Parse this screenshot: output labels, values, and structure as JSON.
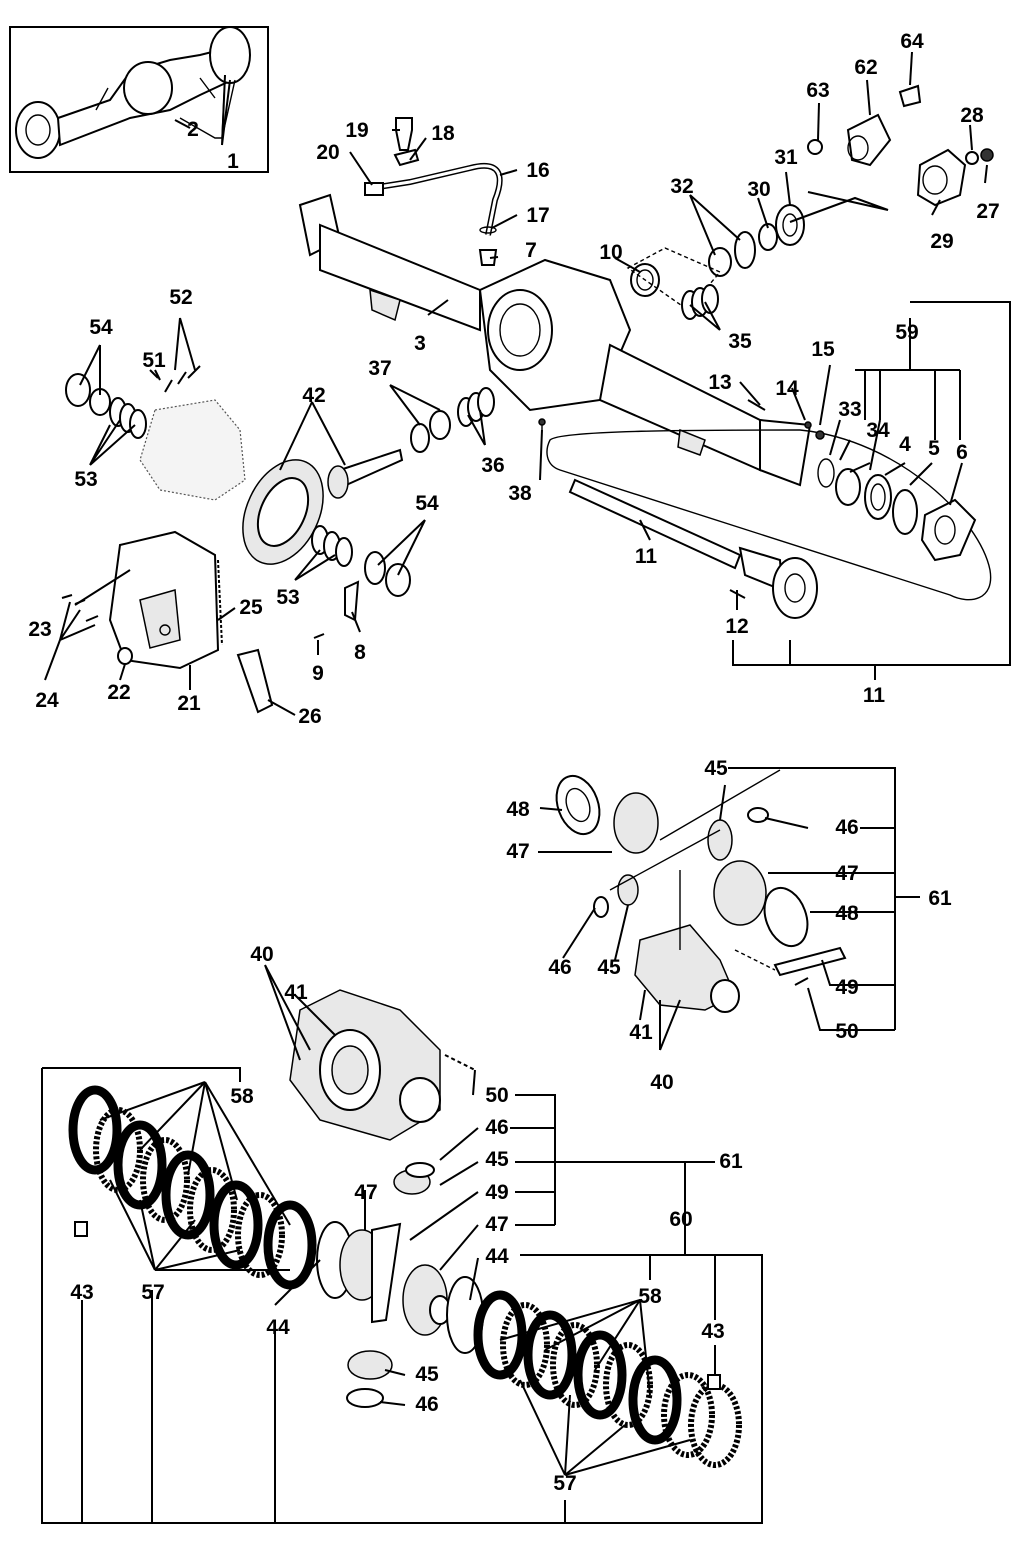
{
  "callouts": [
    {
      "n": "1"
    },
    {
      "n": "2"
    },
    {
      "n": "3"
    },
    {
      "n": "4"
    },
    {
      "n": "5"
    },
    {
      "n": "6"
    },
    {
      "n": "7"
    },
    {
      "n": "8"
    },
    {
      "n": "9"
    },
    {
      "n": "10"
    },
    {
      "n": "11"
    },
    {
      "n": "11"
    },
    {
      "n": "12"
    },
    {
      "n": "13"
    },
    {
      "n": "14"
    },
    {
      "n": "15"
    },
    {
      "n": "16"
    },
    {
      "n": "17"
    },
    {
      "n": "18"
    },
    {
      "n": "19"
    },
    {
      "n": "20"
    },
    {
      "n": "21"
    },
    {
      "n": "22"
    },
    {
      "n": "23"
    },
    {
      "n": "24"
    },
    {
      "n": "25"
    },
    {
      "n": "26"
    },
    {
      "n": "27"
    },
    {
      "n": "28"
    },
    {
      "n": "29"
    },
    {
      "n": "30"
    },
    {
      "n": "31"
    },
    {
      "n": "32"
    },
    {
      "n": "33"
    },
    {
      "n": "34"
    },
    {
      "n": "35"
    },
    {
      "n": "36"
    },
    {
      "n": "37"
    },
    {
      "n": "38"
    },
    {
      "n": "40"
    },
    {
      "n": "40"
    },
    {
      "n": "41"
    },
    {
      "n": "41"
    },
    {
      "n": "42"
    },
    {
      "n": "43"
    },
    {
      "n": "43"
    },
    {
      "n": "44"
    },
    {
      "n": "44"
    },
    {
      "n": "45"
    },
    {
      "n": "45"
    },
    {
      "n": "45"
    },
    {
      "n": "45"
    },
    {
      "n": "46"
    },
    {
      "n": "46"
    },
    {
      "n": "46"
    },
    {
      "n": "46"
    },
    {
      "n": "47"
    },
    {
      "n": "47"
    },
    {
      "n": "47"
    },
    {
      "n": "47"
    },
    {
      "n": "48"
    },
    {
      "n": "48"
    },
    {
      "n": "49"
    },
    {
      "n": "49"
    },
    {
      "n": "50"
    },
    {
      "n": "50"
    },
    {
      "n": "51"
    },
    {
      "n": "52"
    },
    {
      "n": "53"
    },
    {
      "n": "53"
    },
    {
      "n": "54"
    },
    {
      "n": "54"
    },
    {
      "n": "57"
    },
    {
      "n": "57"
    },
    {
      "n": "58"
    },
    {
      "n": "58"
    },
    {
      "n": "59"
    },
    {
      "n": "60"
    },
    {
      "n": "61"
    },
    {
      "n": "61"
    },
    {
      "n": "62"
    },
    {
      "n": "63"
    },
    {
      "n": "64"
    }
  ]
}
